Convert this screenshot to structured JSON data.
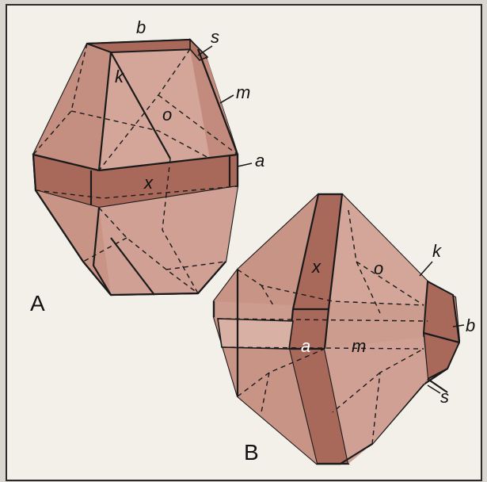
{
  "figure": {
    "crystal_a": {
      "panel_label": "A",
      "face_labels": {
        "b": "b",
        "s": "s",
        "k": "k",
        "m": "m",
        "o": "o",
        "a": "a",
        "x": "x"
      }
    },
    "crystal_b": {
      "panel_label": "B",
      "face_labels": {
        "x": "x",
        "o": "o",
        "k": "k",
        "a": "a",
        "m": "m",
        "b": "b",
        "s": "s"
      }
    }
  },
  "colors": {
    "background": "#d9d6d0",
    "panel": "#f3f0ea",
    "face_light": "#cc9c8e",
    "face_mid": "#c18a7c",
    "face_dark": "#a8695b",
    "edge": "#1a1a1a"
  }
}
